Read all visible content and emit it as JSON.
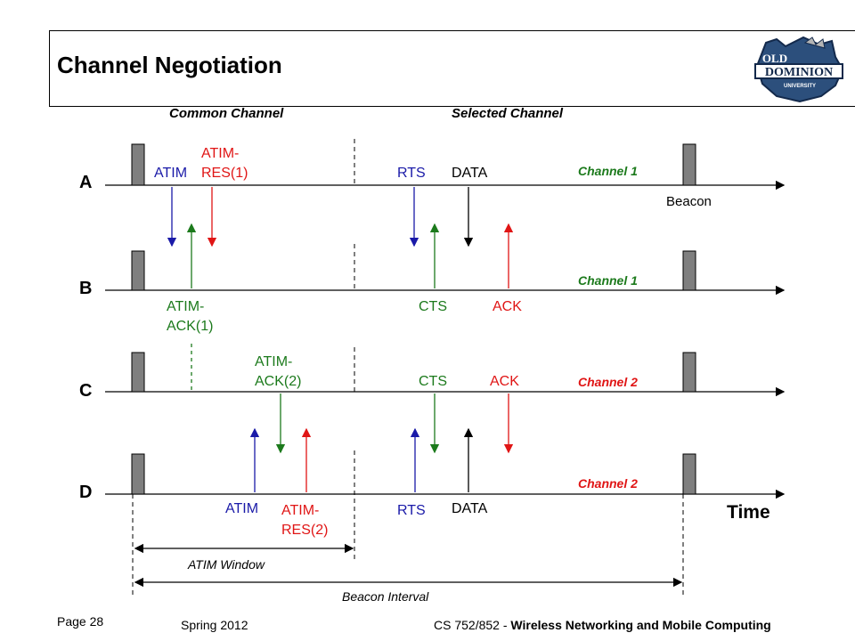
{
  "slide": {
    "title": "Channel Negotiation",
    "page_label": "Page 28",
    "semester": "Spring 2012",
    "course_prefix": "CS 752/852 - ",
    "course_name": "Wireless Networking and Mobile Computing",
    "logo_text": "OLD DOMINION UNIVERSITY"
  },
  "diagram": {
    "section_common": "Common Channel",
    "section_selected": "Selected Channel",
    "nodes": [
      "A",
      "B",
      "C",
      "D"
    ],
    "channels": [
      "Channel 1",
      "Channel 1",
      "Channel 2",
      "Channel 2"
    ],
    "time_label": "Time",
    "beacon_label": "Beacon",
    "atim_window_label": "ATIM Window",
    "beacon_interval_label": "Beacon Interval",
    "messages": {
      "atim_a": "ATIM",
      "atim_res1": [
        "ATIM-",
        "RES(1)"
      ],
      "rts_a": "RTS",
      "data_a": "DATA",
      "atim_ack1": [
        "ATIM-",
        "ACK(1)"
      ],
      "cts_b": "CTS",
      "ack_b": "ACK",
      "atim_ack2": [
        "ATIM-",
        "ACK(2)"
      ],
      "cts_c": "CTS",
      "ack_c": "ACK",
      "atim_d": "ATIM",
      "atim_res2": [
        "ATIM-",
        "RES(2)"
      ],
      "rts_d": "RTS",
      "data_d": "DATA"
    },
    "colors": {
      "atim": "#1a1aa8",
      "res": "#e01515",
      "ack": "#1c7a1c",
      "data": "#000000",
      "beacon_fill": "#7f7f7f"
    }
  }
}
